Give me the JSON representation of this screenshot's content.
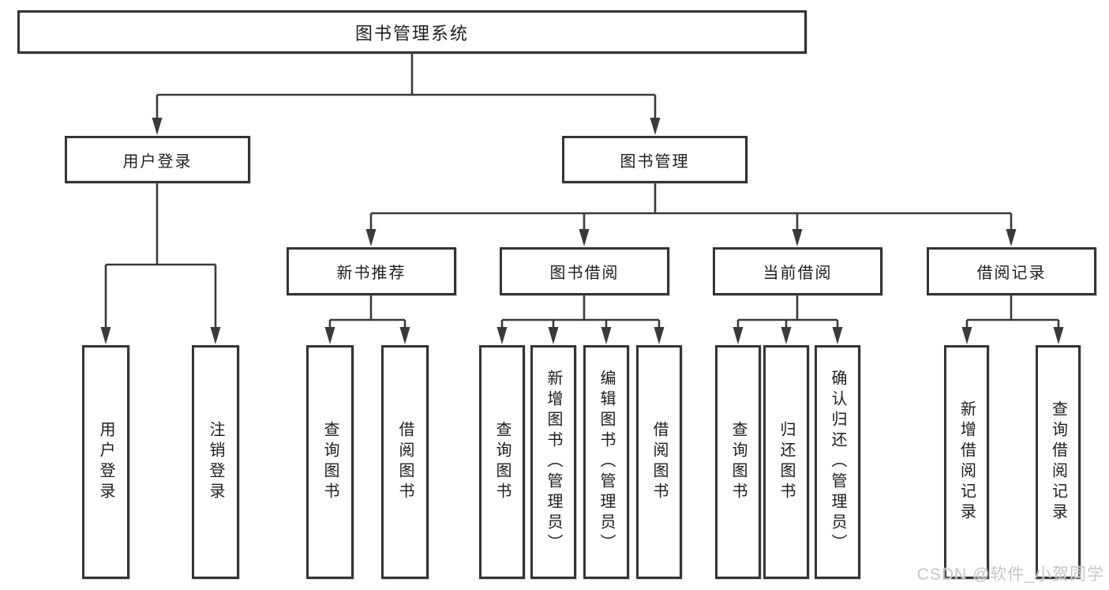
{
  "colors": {
    "line": "#3a3a3a",
    "border": "#343434",
    "text": "#1d1d1d",
    "watermark": "#c5c5c5",
    "background": "#ffffff"
  },
  "diagram": {
    "root": {
      "label": "图书管理系统"
    },
    "level2": [
      {
        "label": "用户登录"
      },
      {
        "label": "图书管理"
      }
    ],
    "level3": [
      {
        "label": "新书推荐"
      },
      {
        "label": "图书借阅"
      },
      {
        "label": "当前借阅"
      },
      {
        "label": "借阅记录"
      }
    ],
    "leaves": [
      {
        "label": "用户登录"
      },
      {
        "label": "注销登录"
      },
      {
        "label": "查询图书"
      },
      {
        "label": "借阅图书"
      },
      {
        "label": "查询图书"
      },
      {
        "label": "新增图书（管理员）"
      },
      {
        "label": "编辑图书（管理员）"
      },
      {
        "label": "借阅图书"
      },
      {
        "label": "查询图书"
      },
      {
        "label": "归还图书"
      },
      {
        "label": "确认归还（管理员）"
      },
      {
        "label": "新增借阅记录"
      },
      {
        "label": "查询借阅记录"
      }
    ]
  },
  "watermark": "CSDN @软件_小贺同学"
}
